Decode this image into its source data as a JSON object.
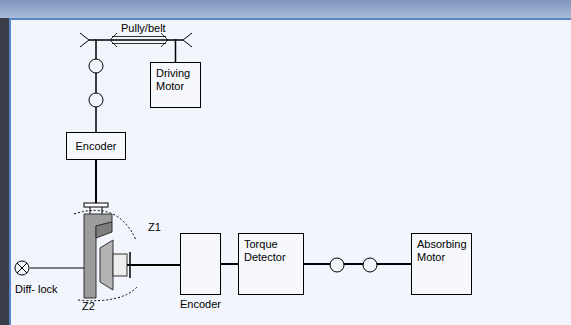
{
  "diagram": {
    "nodes": [
      {
        "text": [
          "Driving Motor"
        ]
      },
      {
        "text": [
          "Encoder"
        ]
      },
      {
        "text": [
          "Encoder"
        ]
      },
      {
        "text": [
          "Torque Detector"
        ]
      },
      {
        "text": [
          "Absorbing Motor"
        ]
      }
    ],
    "edges": [
      {
        "from": 0,
        "to": 1,
        "arrow": "none"
      },
      {
        "from": 2,
        "to": 3,
        "arrow": "none"
      },
      {
        "from": 3,
        "to": 4,
        "arrow": "none"
      }
    ],
    "labels": [
      "Pully/belt",
      "Z1",
      "Z2",
      "Diff- lock"
    ]
  }
}
